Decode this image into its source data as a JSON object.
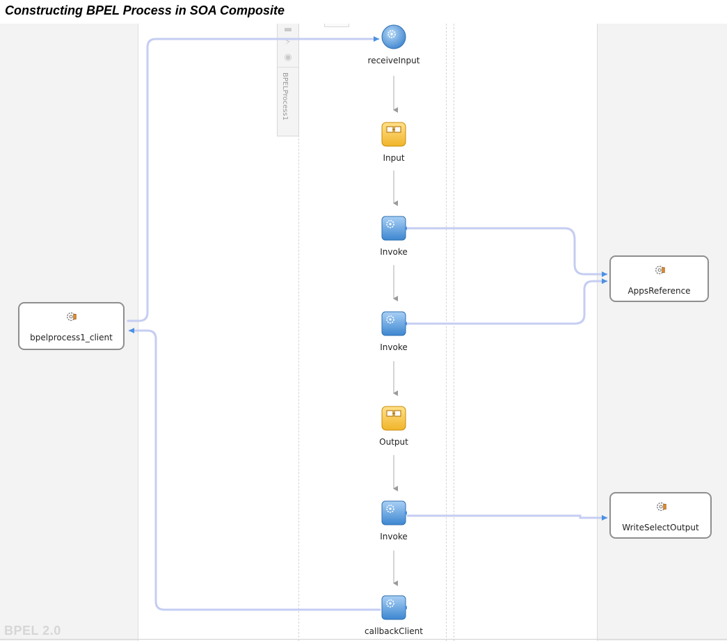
{
  "title": "Constructing BPEL Process in SOA Composite",
  "toolbox": {
    "vertical_label": "BPELProcess1",
    "icons": [
      "scope-icon",
      "flash-icon",
      "event-icon"
    ]
  },
  "activities": [
    {
      "label": "receiveInput",
      "kind": "receive"
    },
    {
      "label": "Input",
      "kind": "assign"
    },
    {
      "label": "Invoke",
      "kind": "invoke"
    },
    {
      "label": "Invoke",
      "kind": "invoke"
    },
    {
      "label": "Output",
      "kind": "assign"
    },
    {
      "label": "Invoke",
      "kind": "invoke"
    },
    {
      "label": "callbackClient",
      "kind": "invoke"
    }
  ],
  "partner_links": {
    "client": "bpelprocess1_client",
    "apps": "AppsReference",
    "write": "WriteSelectOutput"
  },
  "version": "BPEL 2.0",
  "colors": {
    "wire": "#c5cdf2",
    "arrow": "#4a90e2",
    "invoke_blue": "#5b9bd5",
    "assign_yellow": "#f7c948",
    "lane": "#f3f3f3"
  }
}
